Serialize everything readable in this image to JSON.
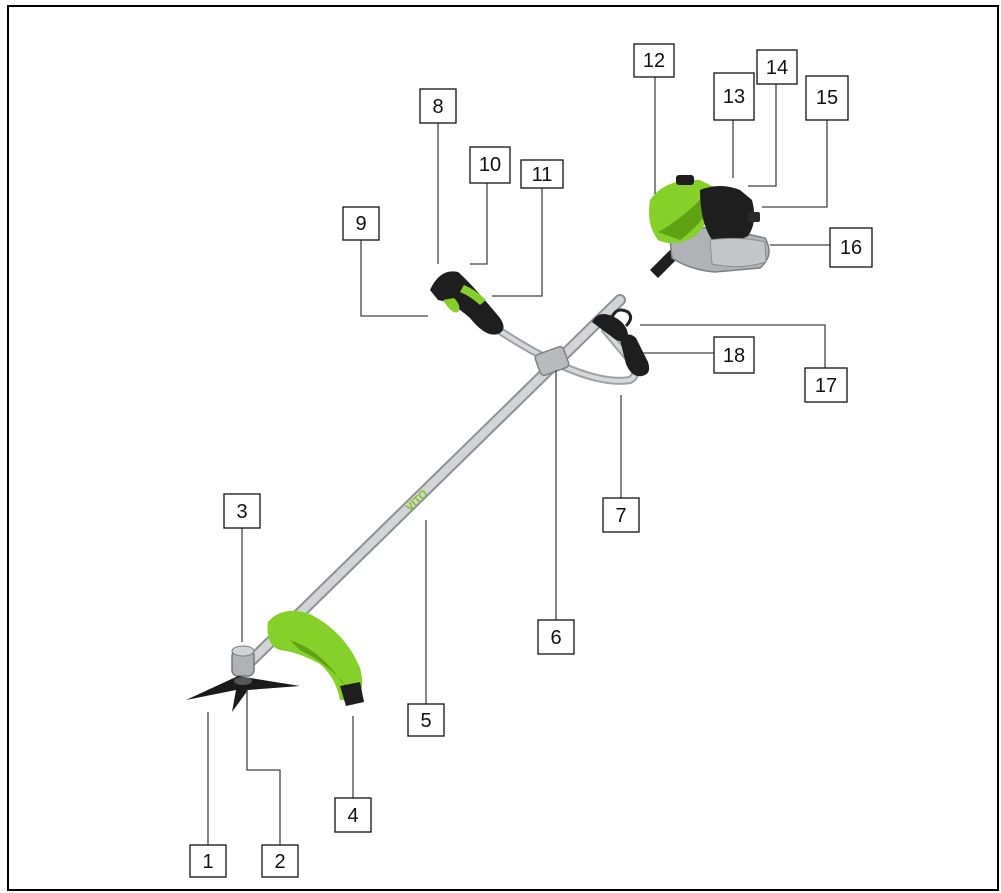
{
  "diagram": {
    "colors": {
      "frame": "#000000",
      "shaft": "#c9ccce",
      "shaft_edge": "#8e9295",
      "accent_green": "#86d02a",
      "accent_green_dark": "#5fa214",
      "black_parts": "#1e1e1e",
      "metal": "#b0b3b6",
      "leader": "#444444"
    },
    "shaft_brand_text": "VITO",
    "callouts": [
      {
        "id": "1",
        "label": "1"
      },
      {
        "id": "2",
        "label": "2"
      },
      {
        "id": "3",
        "label": "3"
      },
      {
        "id": "4",
        "label": "4"
      },
      {
        "id": "5",
        "label": "5"
      },
      {
        "id": "6",
        "label": "6"
      },
      {
        "id": "7",
        "label": "7"
      },
      {
        "id": "8",
        "label": "8"
      },
      {
        "id": "9",
        "label": "9"
      },
      {
        "id": "10",
        "label": "10"
      },
      {
        "id": "11",
        "label": "11"
      },
      {
        "id": "12",
        "label": "12"
      },
      {
        "id": "13",
        "label": "13"
      },
      {
        "id": "14",
        "label": "14"
      },
      {
        "id": "15",
        "label": "15"
      },
      {
        "id": "16",
        "label": "16"
      },
      {
        "id": "17",
        "label": "17"
      },
      {
        "id": "18",
        "label": "18"
      }
    ]
  }
}
